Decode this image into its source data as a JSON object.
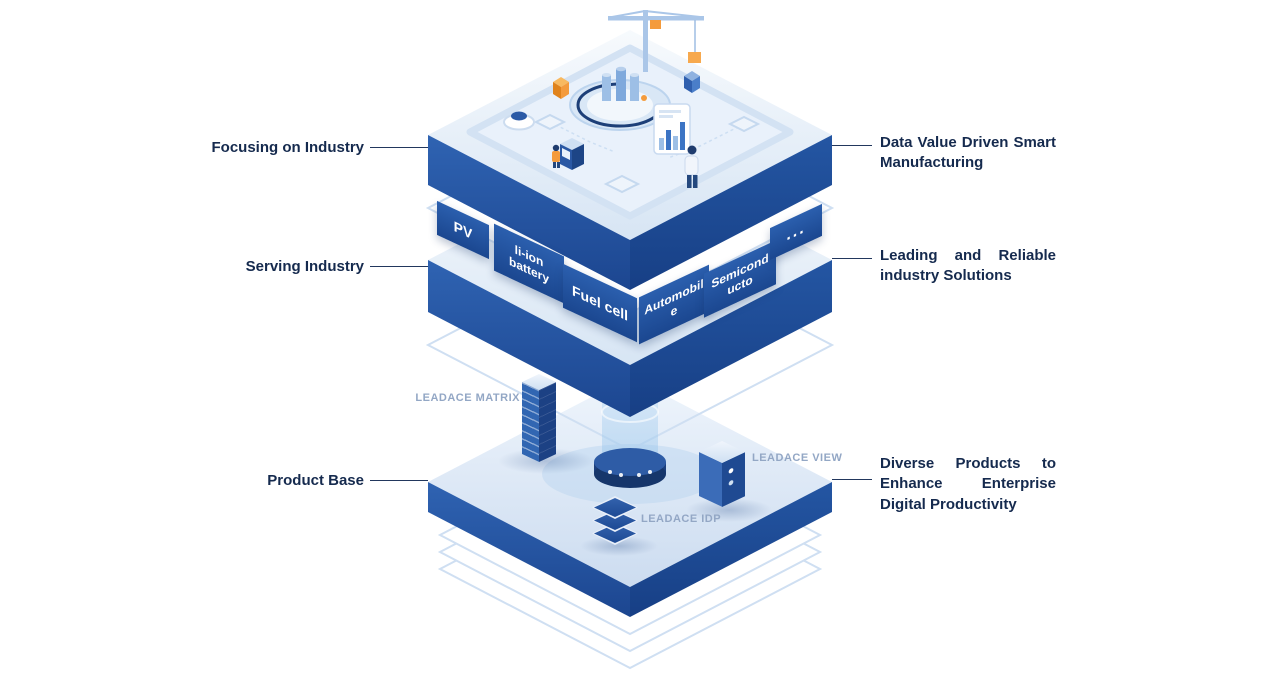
{
  "layers": [
    {
      "id": "focusing",
      "left_label": "Focusing on Industry",
      "right_label": "Data Value Driven Smart Manufacturing"
    },
    {
      "id": "serving",
      "left_label": "Serving Industry",
      "right_label": "Leading and Reliable industry Solutions"
    },
    {
      "id": "product",
      "left_label": "Product Base",
      "right_label": "Diverse Products to Enhance Enterprise Digital Productivity"
    }
  ],
  "industry_tiles": [
    {
      "label": "PV"
    },
    {
      "label": "li-ion battery"
    },
    {
      "label": "Fuel cell"
    },
    {
      "label": "Automobile"
    },
    {
      "label": "Semiconducto"
    },
    {
      "label": "..."
    }
  ],
  "product_labels": [
    {
      "label": "LEADACE MATRIX"
    },
    {
      "label": "LEADACE VIEW"
    },
    {
      "label": "LEADACE IDP"
    }
  ],
  "colors": {
    "platform_side_dark": "#1c4690",
    "platform_side_light": "#2f63b2",
    "platform_top": "#e7f0fa",
    "tile_blue": "#1f519e",
    "outline_blue": "#cfdff2",
    "label_dark": "#152a4e",
    "product_label_gray": "#93a7c5",
    "accent_orange": "#f49b3c"
  }
}
